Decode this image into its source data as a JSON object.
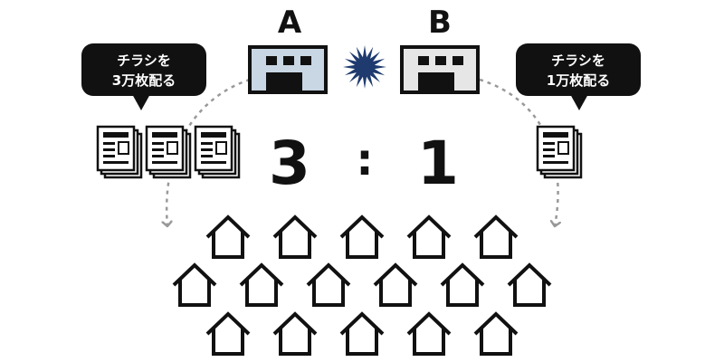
{
  "stores": {
    "a": {
      "label": "A",
      "fill": "#c9d6e3"
    },
    "b": {
      "label": "B",
      "fill": "#e6e6e6"
    }
  },
  "clash_icon": {
    "name": "starburst-icon",
    "color": "#1e3a6e"
  },
  "bubble_left": {
    "line1": "チラシを",
    "line2": "3万枚配る"
  },
  "bubble_right": {
    "line1": "チラシを",
    "line2": "1万枚配る"
  },
  "ratio": {
    "left": "3",
    "separator": ":",
    "right": "1"
  },
  "flyers": {
    "a_stacks": 3,
    "b_stacks": 1
  },
  "houses": {
    "rows": [
      5,
      6,
      5
    ]
  },
  "colors": {
    "ink": "#111111",
    "arrow": "#999999"
  }
}
